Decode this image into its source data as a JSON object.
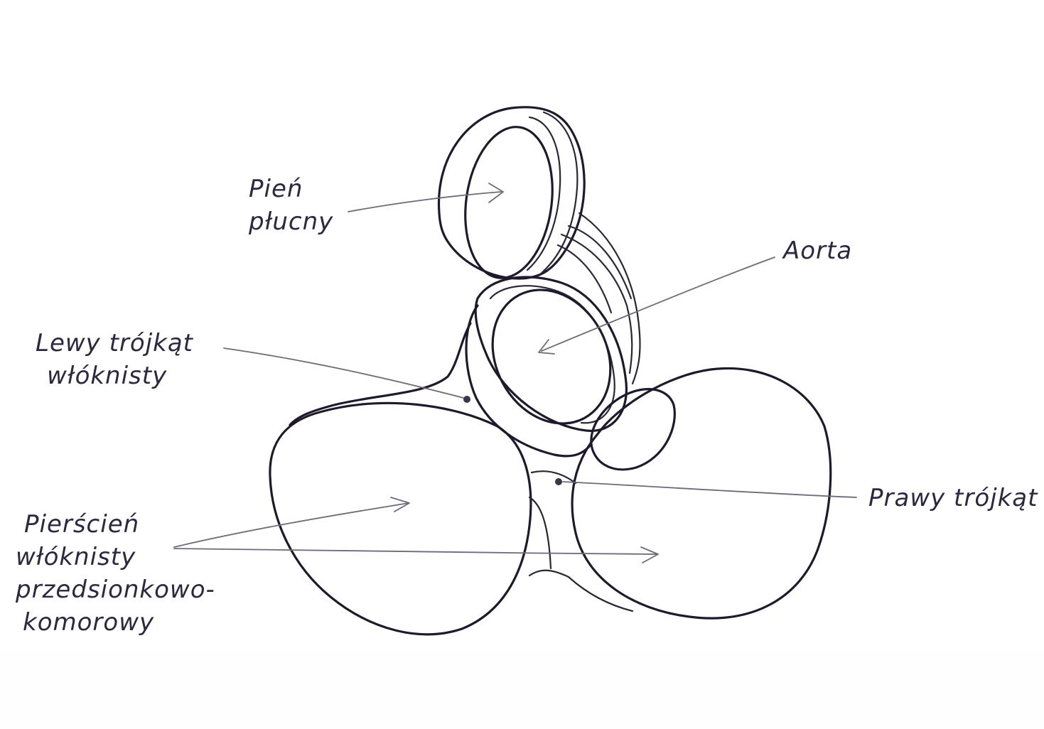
{
  "labels": {
    "pulmonary_trunk": [
      "Pień",
      "płucny"
    ],
    "aorta": [
      "Aorta"
    ],
    "left_fibrous_trigone": [
      "Lewy trójkąt",
      "włóknisty"
    ],
    "right_fibrous_trigone": [
      "Prawy trójkąt"
    ],
    "av_fibrous_ring": [
      "Pierścień",
      "włóknisty",
      "przedsionkowo-",
      "komorowy"
    ]
  },
  "colors": {
    "ink": "#1e1a2c",
    "pointer": "#6e6a7a",
    "paper": "#ffffff"
  }
}
